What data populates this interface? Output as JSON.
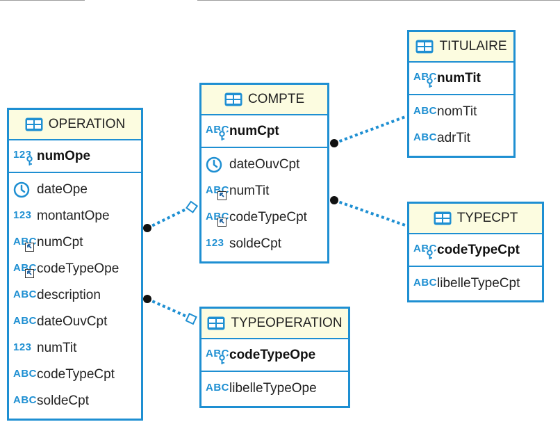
{
  "colors": {
    "accent": "#1e8fd2",
    "header_bg": "#fcfce0",
    "text": "#222222"
  },
  "entities": {
    "operation": {
      "title": "OPERATION",
      "pk": {
        "name": "numOpe",
        "icon": "123-key-icon"
      },
      "columns": [
        {
          "name": "dateOpe",
          "icon": "clock-icon"
        },
        {
          "name": "montantOpe",
          "icon": "numeric-123-icon"
        },
        {
          "name": "numCpt",
          "icon": "abc-fk-icon"
        },
        {
          "name": "codeTypeOpe",
          "icon": "abc-fk-icon"
        },
        {
          "name": "description",
          "icon": "abc-icon"
        },
        {
          "name": "dateOuvCpt",
          "icon": "abc-icon"
        },
        {
          "name": "numTit",
          "icon": "numeric-123-icon"
        },
        {
          "name": "codeTypeCpt",
          "icon": "abc-icon"
        },
        {
          "name": "soldeCpt",
          "icon": "abc-icon"
        }
      ]
    },
    "compte": {
      "title": "COMPTE",
      "pk": {
        "name": "numCpt",
        "icon": "abc-key-icon"
      },
      "columns": [
        {
          "name": "dateOuvCpt",
          "icon": "clock-icon"
        },
        {
          "name": "numTit",
          "icon": "abc-fk-icon"
        },
        {
          "name": "codeTypeCpt",
          "icon": "abc-fk-icon"
        },
        {
          "name": "soldeCpt",
          "icon": "numeric-123-icon"
        }
      ]
    },
    "titulaire": {
      "title": "TITULAIRE",
      "pk": {
        "name": "numTit",
        "icon": "abc-key-icon"
      },
      "columns": [
        {
          "name": "nomTit",
          "icon": "abc-icon"
        },
        {
          "name": "adrTit",
          "icon": "abc-icon"
        }
      ]
    },
    "typecpt": {
      "title": "TYPECPT",
      "pk": {
        "name": "codeTypeCpt",
        "icon": "abc-key-icon"
      },
      "columns": [
        {
          "name": "libelleTypeCpt",
          "icon": "abc-icon"
        }
      ]
    },
    "typeoperation": {
      "title": "TYPEOPERATION",
      "pk": {
        "name": "codeTypeOpe",
        "icon": "abc-key-icon"
      },
      "columns": [
        {
          "name": "libelleTypeOpe",
          "icon": "abc-icon"
        }
      ]
    }
  },
  "relationships": [
    {
      "from": "operation",
      "to": "compte"
    },
    {
      "from": "operation",
      "to": "typeoperation"
    },
    {
      "from": "compte",
      "to": "titulaire"
    },
    {
      "from": "compte",
      "to": "typecpt"
    }
  ]
}
